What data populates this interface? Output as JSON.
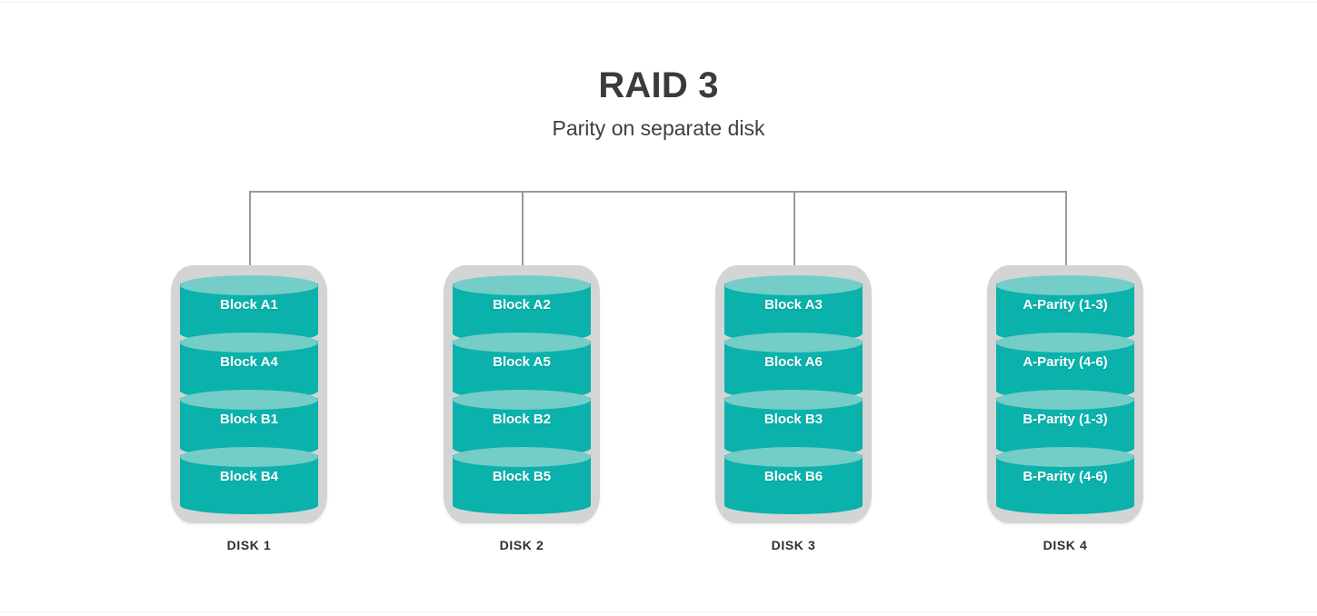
{
  "diagram": {
    "title": "RAID 3",
    "subtitle": "Parity on separate disk",
    "colors": {
      "block_body": "#0bb1ab",
      "block_cap": "#74cdc7",
      "shell": "#d3d5d4",
      "connector": "#9a9a9a",
      "title_text": "#3b3b3b",
      "block_text": "#ffffff",
      "disk_label_text": "#2f2f2f",
      "background": "#ffffff"
    },
    "connector": {
      "name": "controller-bus",
      "orientation": "horizontal-with-drops",
      "drop_count": 4
    },
    "disks": [
      {
        "name": "DISK 1",
        "blocks": [
          "Block A1",
          "Block A4",
          "Block B1",
          "Block B4"
        ]
      },
      {
        "name": "DISK 2",
        "blocks": [
          "Block A2",
          "Block A5",
          "Block B2",
          "Block B5"
        ]
      },
      {
        "name": "DISK 3",
        "blocks": [
          "Block A3",
          "Block A6",
          "Block B3",
          "Block B6"
        ]
      },
      {
        "name": "DISK 4",
        "blocks": [
          "A-Parity (1-3)",
          "A-Parity (4-6)",
          "B-Parity (1-3)",
          "B-Parity (4-6)"
        ]
      }
    ]
  }
}
